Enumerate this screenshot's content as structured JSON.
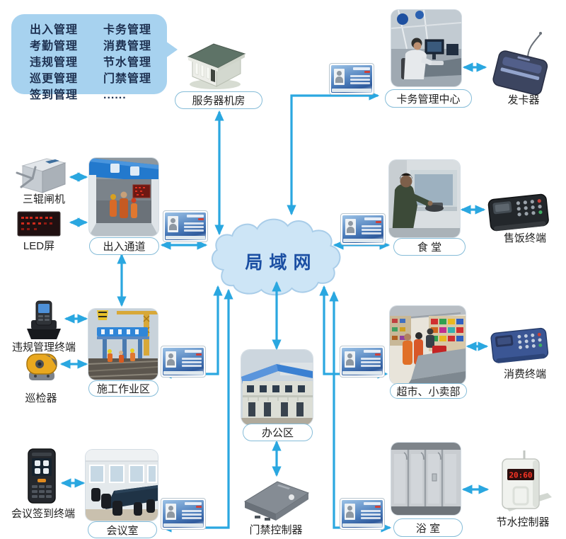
{
  "colors": {
    "arrow": "#2aa7e0",
    "cloud_fill": "#cde5f6",
    "cloud_border": "#a9cde9",
    "bubble_fill": "#a7d2ef",
    "network_text": "#1b4fa3"
  },
  "bubble": {
    "col1": [
      "出入管理",
      "考勤管理",
      "违规管理",
      "巡更管理",
      "签到管理"
    ],
    "col2": [
      "卡务管理",
      "消费管理",
      "节水管理",
      "门禁管理",
      "......"
    ]
  },
  "network": {
    "label": "局域网"
  },
  "nodes": {
    "server_room": "服务器机房",
    "card_center": "卡务管理中心",
    "card_issuer": "发卡器",
    "turnstile": "三辊闸机",
    "led_screen": "LED屏",
    "entrance": "出入通道",
    "canteen": "食 堂",
    "meal_terminal": "售饭终端",
    "violation_terminal": "违规管理终端",
    "patrol_device": "巡检器",
    "construction_area": "施工作业区",
    "office_area": "办公区",
    "supermarket": "超市、小卖部",
    "consume_terminal": "消费终端",
    "meeting_terminal": "会议签到终端",
    "meeting_room": "会议室",
    "door_controller": "门禁控制器",
    "bathroom": "浴 室",
    "water_controller": "节水控制器"
  },
  "devices": {
    "water_display": "20:60"
  }
}
